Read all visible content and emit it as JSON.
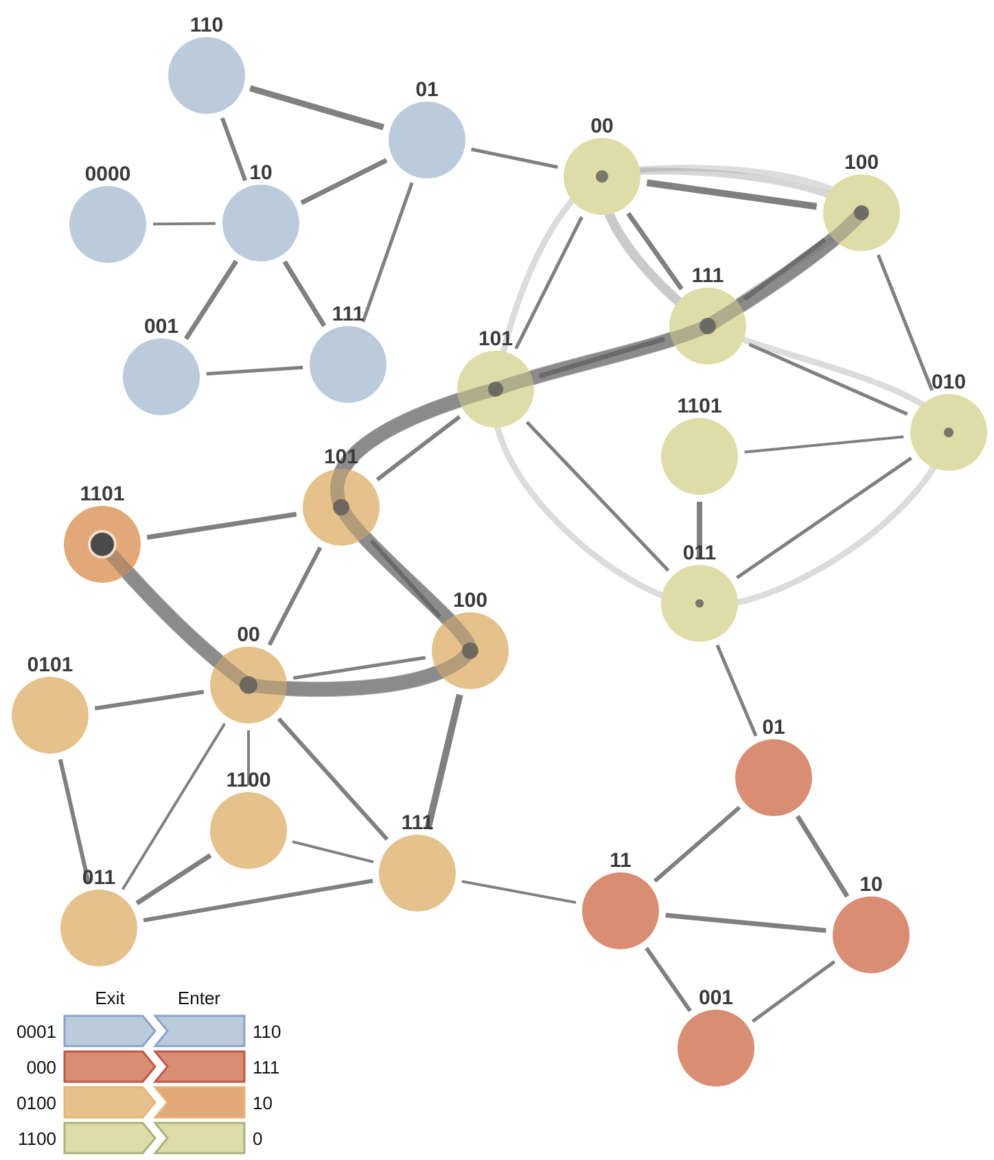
{
  "colors": {
    "blue": "#bccbdc",
    "red": "#d98d72",
    "orange": "#e5c28c",
    "orange_dark": "#e3a877",
    "yellow": "#dfdca8",
    "edge": "#808080",
    "path": "#6e6e6e"
  },
  "modules": {
    "blue": {
      "nodes": [
        {
          "id": "b110",
          "label": "110"
        },
        {
          "id": "b01",
          "label": "01"
        },
        {
          "id": "b0000",
          "label": "0000"
        },
        {
          "id": "b10",
          "label": "10"
        },
        {
          "id": "b001",
          "label": "001"
        },
        {
          "id": "b111",
          "label": "111"
        }
      ]
    },
    "yellow": {
      "nodes": [
        {
          "id": "y00",
          "label": "00"
        },
        {
          "id": "y100",
          "label": "100"
        },
        {
          "id": "y111",
          "label": "111"
        },
        {
          "id": "y101",
          "label": "101"
        },
        {
          "id": "y010",
          "label": "010"
        },
        {
          "id": "y1101",
          "label": "1101"
        },
        {
          "id": "y011",
          "label": "011"
        }
      ]
    },
    "orange": {
      "nodes": [
        {
          "id": "o101",
          "label": "101"
        },
        {
          "id": "o1101",
          "label": "1101"
        },
        {
          "id": "o100",
          "label": "100"
        },
        {
          "id": "o00",
          "label": "00"
        },
        {
          "id": "o0101",
          "label": "0101"
        },
        {
          "id": "o1100",
          "label": "1100"
        },
        {
          "id": "o111",
          "label": "111"
        },
        {
          "id": "o011",
          "label": "011"
        }
      ]
    },
    "red": {
      "nodes": [
        {
          "id": "r01",
          "label": "01"
        },
        {
          "id": "r11",
          "label": "11"
        },
        {
          "id": "r10",
          "label": "10"
        },
        {
          "id": "r001",
          "label": "001"
        }
      ]
    }
  },
  "legend": {
    "exit_header": "Exit",
    "enter_header": "Enter",
    "rows": [
      {
        "exit": "0001",
        "enter": "110",
        "color": "#bccbdc",
        "stroke": "#8aa3c8"
      },
      {
        "exit": "000",
        "enter": "111",
        "color": "#d98d72",
        "stroke": "#c0564a"
      },
      {
        "exit": "0100",
        "enter": "10",
        "color": "#e5c28c",
        "stroke": "#e8b47a",
        "enter_color": "#e3a877"
      },
      {
        "exit": "1100",
        "enter": "0",
        "color": "#dfdca8",
        "stroke": "#aab37a"
      }
    ]
  }
}
